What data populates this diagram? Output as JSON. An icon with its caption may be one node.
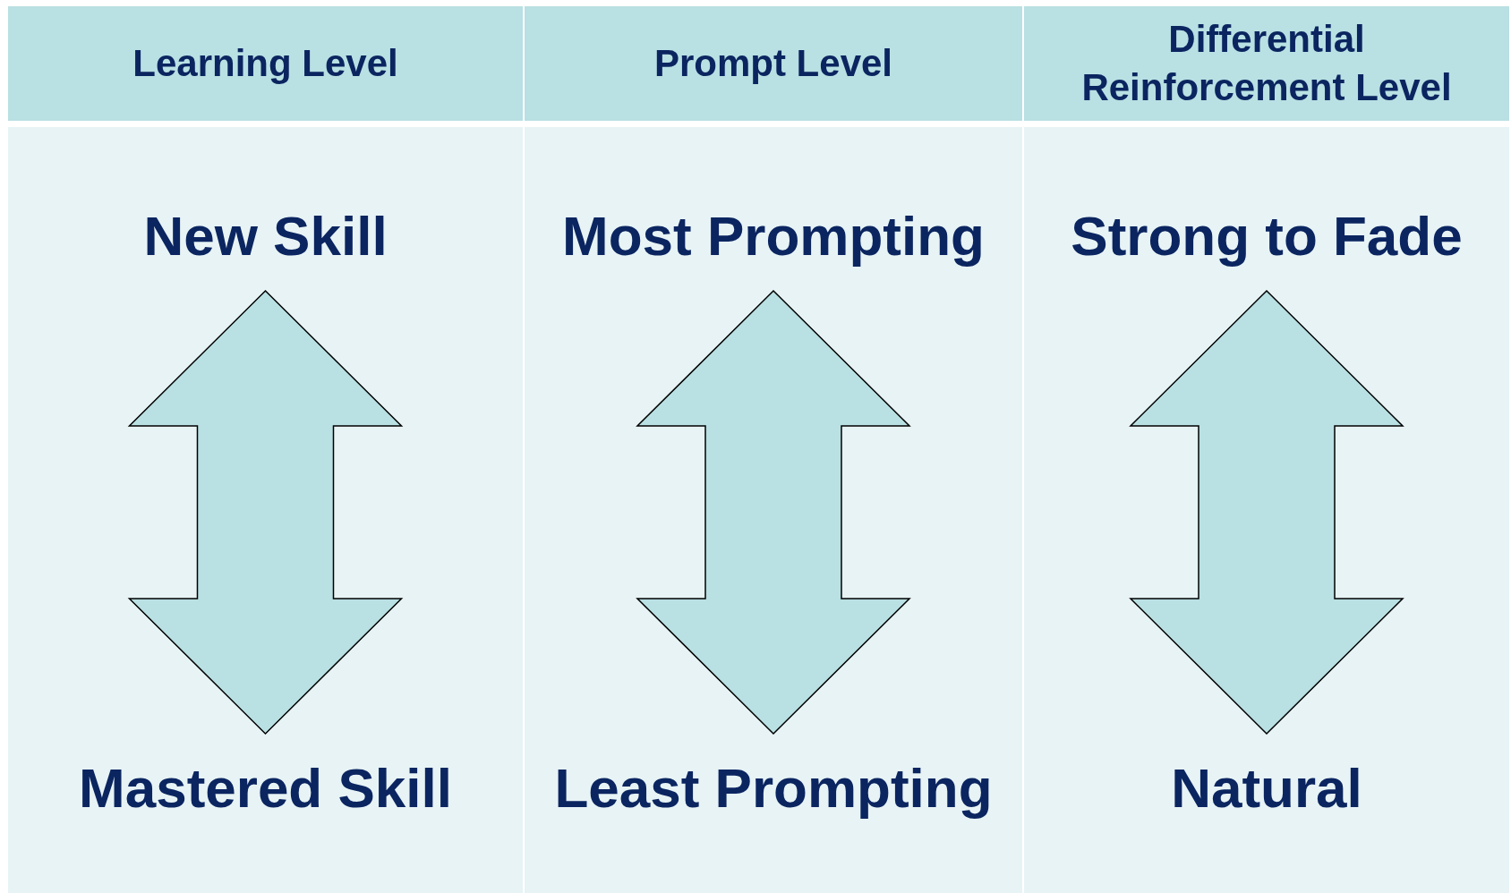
{
  "diagram": {
    "nodes": [
      {
        "text": [
          "Learning Level"
        ]
      },
      {
        "text": [
          "Prompt Level"
        ]
      },
      {
        "text": [
          "Differential Reinforcement Level"
        ]
      },
      {
        "text": [
          "New Skill"
        ]
      },
      {
        "text": [
          "Mastered Skill"
        ]
      },
      {
        "text": [
          "Most Prompting"
        ]
      },
      {
        "text": [
          "Least Prompting"
        ]
      },
      {
        "text": [
          "Strong to Fade"
        ]
      },
      {
        "text": [
          "Natural"
        ]
      }
    ],
    "edges": [
      {
        "from": 3,
        "to": 4,
        "arrow": "both",
        "style": "thick"
      },
      {
        "from": 5,
        "to": 6,
        "arrow": "both",
        "style": "thick"
      },
      {
        "from": 7,
        "to": 8,
        "arrow": "both",
        "style": "thick"
      }
    ]
  }
}
